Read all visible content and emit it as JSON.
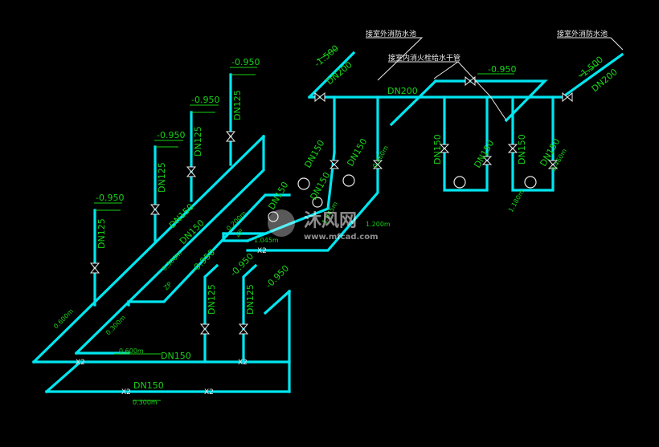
{
  "labels": {
    "top_left_note": "接室外消防水池",
    "top_right_note": "接室外消防水池",
    "mid_note": "接室内消火栓给水干管",
    "dn200_a": "DN200",
    "dn200_b": "DN200",
    "dn200_c": "DN200",
    "dn150": "DN150",
    "dn125": "DN125",
    "el_1500": "-1.500",
    "el_0950": "-0.950",
    "el_0300": "0.300m",
    "el_0600": "0.600m",
    "el_1045": "1.045m",
    "el_1180": "1.180m",
    "el_0460": "0.460m",
    "el_0200": "0.200m",
    "el_1200": "1.200m",
    "zp": "ZP",
    "pipe_code": "X2"
  },
  "watermark": {
    "cn": "沐风网",
    "url": "www.mfcad.com"
  }
}
